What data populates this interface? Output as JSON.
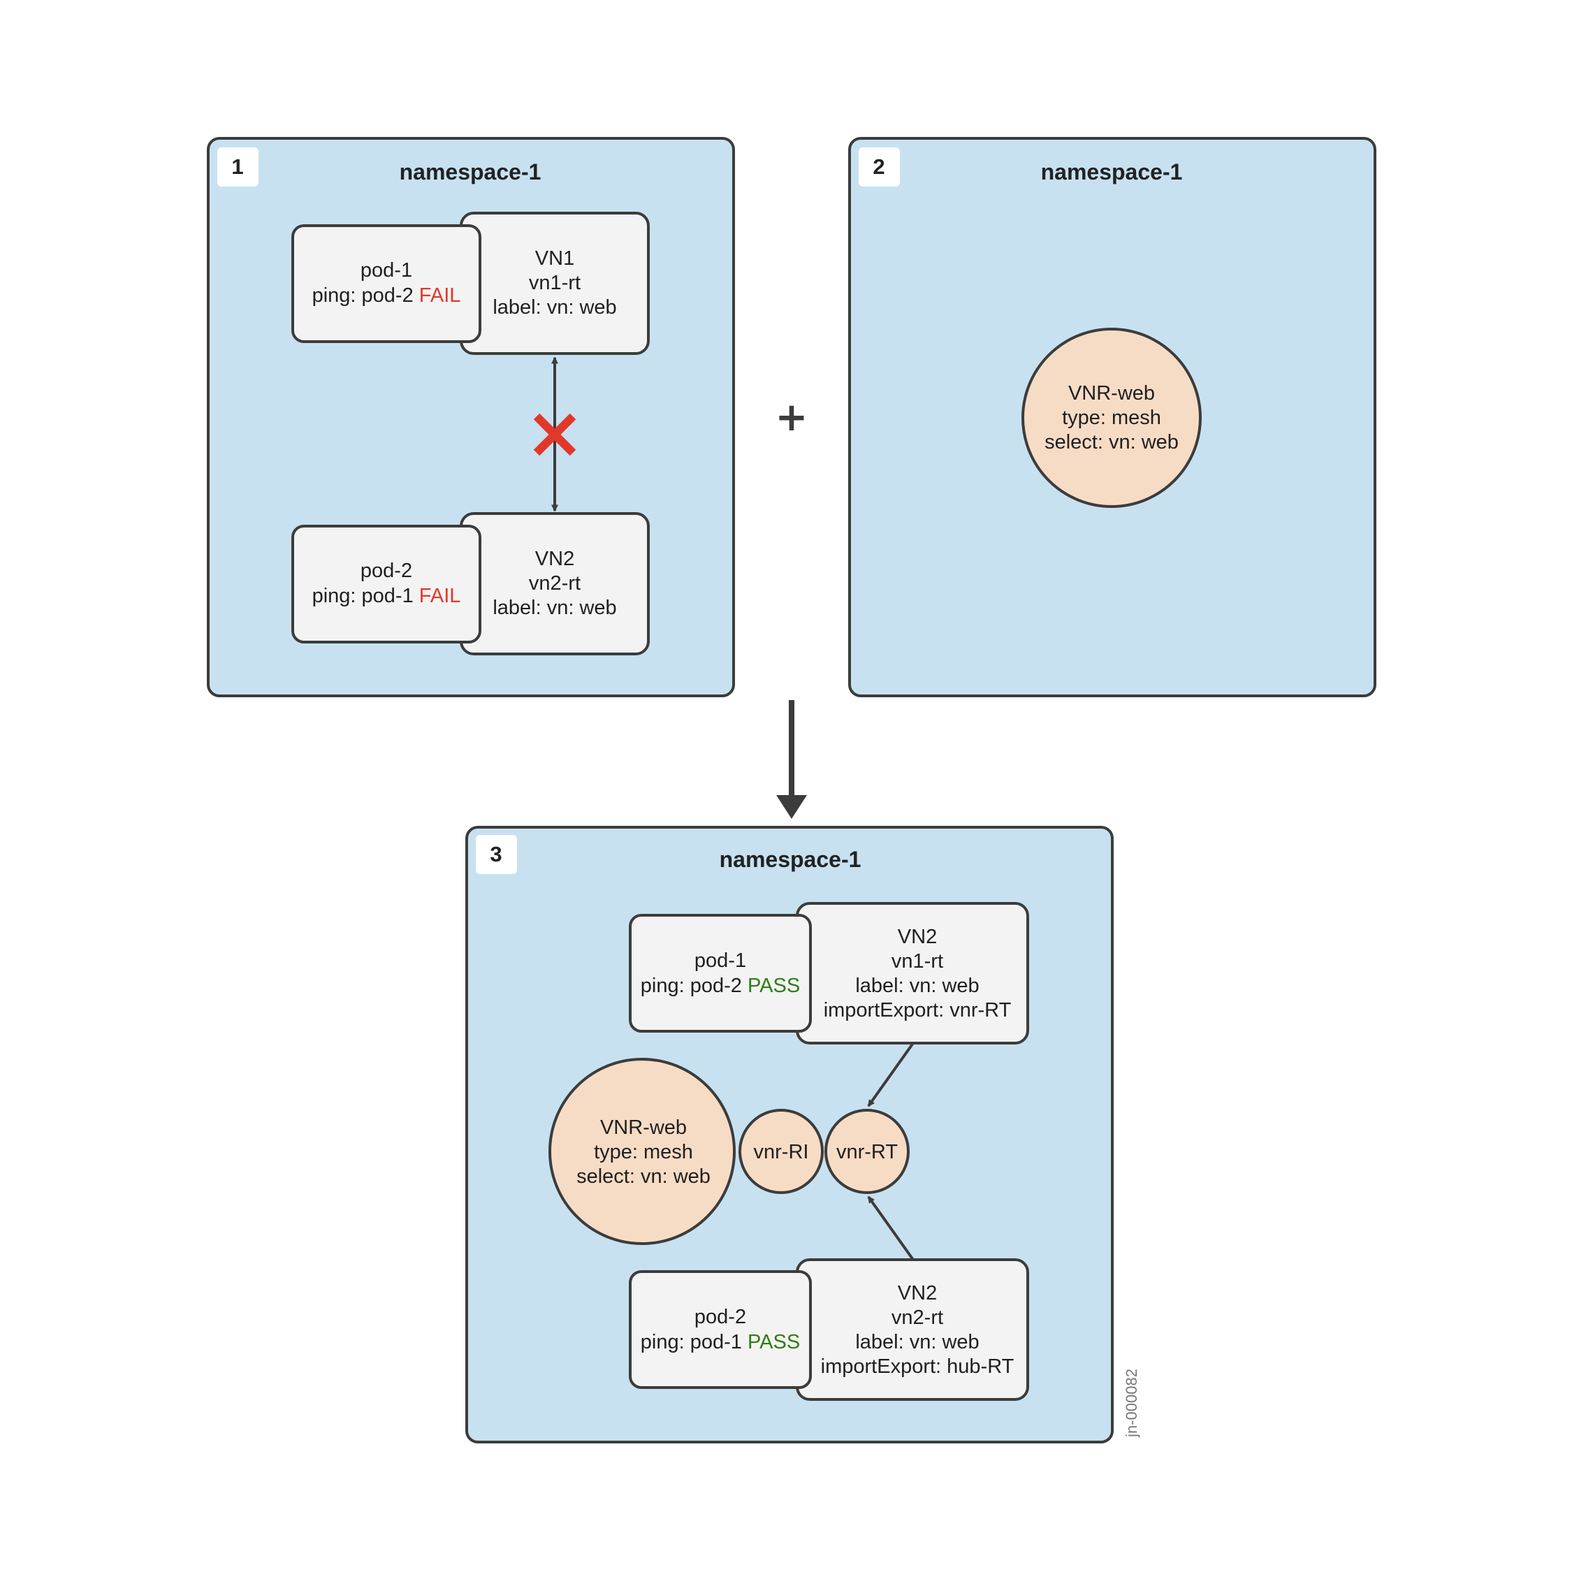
{
  "panel1": {
    "badge": "1",
    "title": "namespace-1",
    "pod1": {
      "name": "pod-1",
      "ping_prefix": "ping: pod-2 ",
      "status": "FAIL"
    },
    "vn1": {
      "line1": "VN1",
      "line2": "vn1-rt",
      "line3": "label: vn: web"
    },
    "pod2": {
      "name": "pod-2",
      "ping_prefix": "ping: pod-1 ",
      "status": "FAIL"
    },
    "vn2": {
      "line1": "VN2",
      "line2": "vn2-rt",
      "line3": "label: vn: web"
    }
  },
  "plus": "+",
  "panel2": {
    "badge": "2",
    "title": "namespace-1",
    "vnr": {
      "line1": "VNR-web",
      "line2": "type: mesh",
      "line3": "select: vn: web"
    }
  },
  "panel3": {
    "badge": "3",
    "title": "namespace-1",
    "pod1": {
      "name": "pod-1",
      "ping_prefix": "ping: pod-2 ",
      "status": "PASS"
    },
    "vnA": {
      "line1": "VN2",
      "line2": "vn1-rt",
      "line3": "label: vn: web",
      "line4": "importExport: vnr-RT"
    },
    "vnr": {
      "line1": "VNR-web",
      "line2": "type: mesh",
      "line3": "select: vn: web"
    },
    "vnr_ri": "vnr-RI",
    "vnr_rt": "vnr-RT",
    "pod2": {
      "name": "pod-2",
      "ping_prefix": "ping: pod-1 ",
      "status": "PASS"
    },
    "vnB": {
      "line1": "VN2",
      "line2": "vn2-rt",
      "line3": "label: vn: web",
      "line4": "importExport: hub-RT"
    }
  },
  "doc_id": "jn-000082",
  "colors": {
    "panel_fill": "#c8e1f0",
    "box_fill": "#f3f3f3",
    "circle_fill": "#f7dcc5",
    "stroke": "#3c3c3c",
    "fail": "#e2382b",
    "pass": "#2f7d17"
  }
}
